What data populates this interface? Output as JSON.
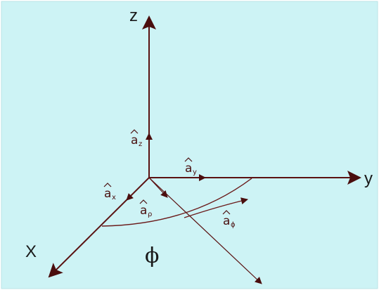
{
  "axes": {
    "z_label": "z",
    "y_label": "y",
    "x_label": "X"
  },
  "angle": {
    "symbol": "ϕ"
  },
  "unit_vectors": {
    "az": {
      "letter": "a",
      "sub": "z"
    },
    "ay": {
      "letter": "a",
      "sub": "y"
    },
    "ax": {
      "letter": "a",
      "sub": "x"
    },
    "arho": {
      "letter": "a",
      "sub": "ρ"
    },
    "aphi": {
      "letter": "a",
      "sub": "ϕ"
    }
  },
  "colors": {
    "background": "#cdf3f5",
    "axis": "#5a1212",
    "text": "#1a1a1a"
  }
}
